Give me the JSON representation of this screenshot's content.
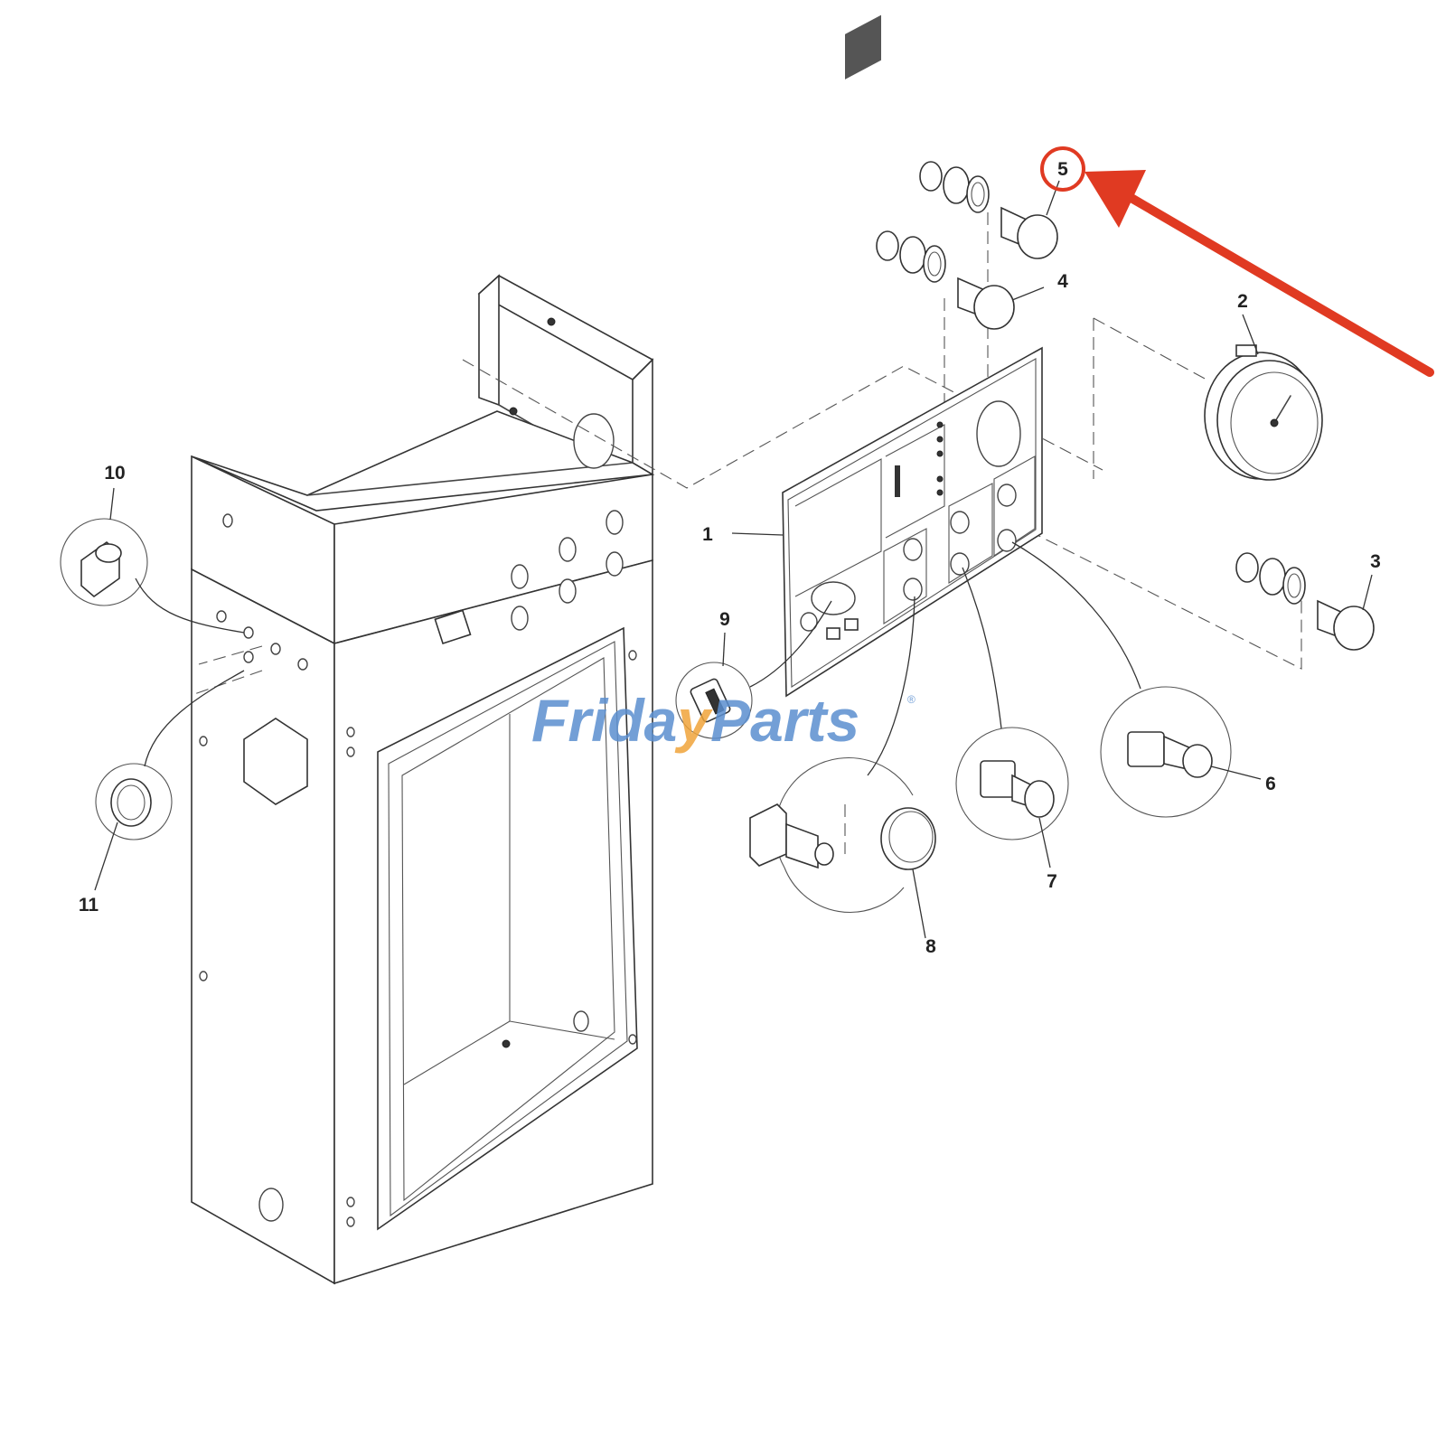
{
  "watermark": {
    "text_left": "Frida",
    "text_mid": "y",
    "text_right": "Parts",
    "trademark": "®",
    "color_primary": "#5b8fd0",
    "color_accent": "#f0a43a"
  },
  "highlight": {
    "ring_color": "#e03a22",
    "arrow_color": "#e03a22",
    "target_label": "5"
  },
  "callouts": {
    "c1": "1",
    "c2": "2",
    "c3": "3",
    "c4": "4",
    "c5": "5",
    "c6": "6",
    "c7": "7",
    "c8": "8",
    "c9": "9",
    "c10": "10",
    "c11": "11"
  },
  "icons": {
    "cabinet": "enclosure-cabinet-icon",
    "panel": "control-panel-icon",
    "gauge": "pressure-gauge-icon",
    "pushbutton": "push-button-icon",
    "switch": "selector-switch-icon",
    "plug": "hole-plug-icon",
    "fitting": "cable-gland-icon"
  }
}
